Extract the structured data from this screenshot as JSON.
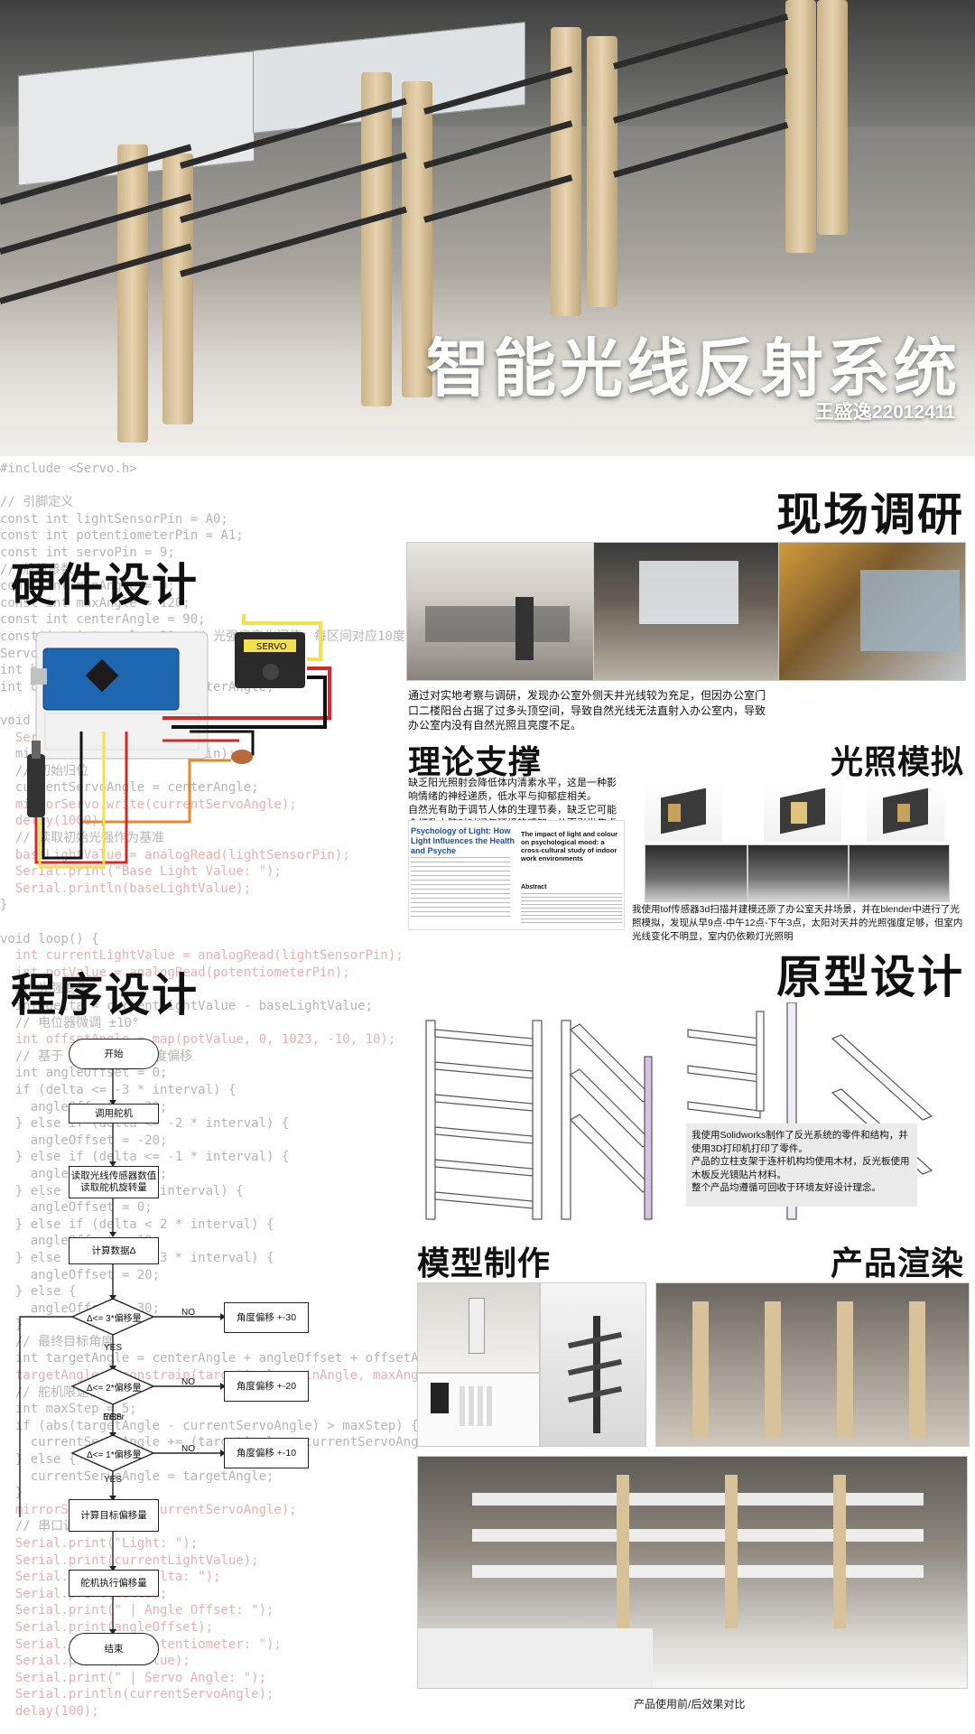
{
  "header": {
    "title": "智能光线反射系统",
    "author": "王盛逸22012411"
  },
  "code_lines": [
    "#include <Servo.h>",
    "",
    "// 引脚定义",
    "const int lightSensorPin = A0;",
    "const int potentiometerPin = A1;",
    "const int servoPin = 9;",
    "// 舵机参数",
    "const int minAngle = 0;",
    "const int maxAngle = 120;",
    "const int centerAngle = 90;",
    "const int interval = 30; // 光强度变化阈值：每区间对应10度",
    "Servo mirrorServo;",
    "int baseLightValue = 0;",
    "int currentServoAngle = centerAngle;",
    "",
    "void setup() {",
    "  Serial.begin(9600);",
    "  mirrorServo.attach(servoPin);",
    "  // 初始归位",
    "  currentServoAngle = centerAngle;",
    "  mirrorServo.write(currentServoAngle);",
    "  delay(1000);",
    "  // 读取初始光强作为基准",
    "  baseLightValue = analogRead(lightSensorPin);",
    "  Serial.print(\"Base Light Value: \");",
    "  Serial.println(baseLightValue);",
    "}",
    "",
    "void loop() {",
    "  int currentLightValue = analogRead(lightSensorPin);",
    "  int potValue = analogRead(potentiometerPin);",
    "  // 光强变化",
    "  int delta = currentLightValue - baseLightValue;",
    "  // 电位器微调 ±10°",
    "  int offsetAngle = map(potValue, 0, 1023, -10, 10);",
    "  // 基于 delta 计算角度偏移",
    "  int angleOffset = 0;",
    "  if (delta <= -3 * interval) {",
    "    angleOffset = -30;",
    "  } else if (delta <= -2 * interval) {",
    "    angleOffset = -20;",
    "  } else if (delta <= -1 * interval) {",
    "    angleOffset = -10;",
    "  } else if (delta < interval) {",
    "    angleOffset = 0;",
    "  } else if (delta < 2 * interval) {",
    "    angleOffset = 10;",
    "  } else if (delta < 3 * interval) {",
    "    angleOffset = 20;",
    "  } else {",
    "    angleOffset = 30;",
    "  }",
    "  // 最终目标角度",
    "  int targetAngle = centerAngle + angleOffset + offsetAngle;",
    "  targetAngle = constrain(targetAngle, minAngle, maxAngle);",
    "  // 舵机限速移动",
    "  int maxStep = 5;",
    "  if (abs(targetAngle - currentServoAngle) > maxStep) {",
    "    currentServoAngle += (targetAngle > currentServoAngle) ? maxStep : -maxStep;",
    "  } else {",
    "    currentServoAngle = targetAngle;",
    "  }",
    "  mirrorServo.write(currentServoAngle);",
    "  // 串口调试",
    "  Serial.print(\"Light: \");",
    "  Serial.print(currentLightValue);",
    "  Serial.print(\" | Delta: \");",
    "  Serial.print(delta);",
    "  Serial.print(\" | Angle Offset: \");",
    "  Serial.print(angleOffset);",
    "  Serial.print(\" | Potentiometer: \");",
    "  Serial.print(potValue);",
    "  Serial.print(\" | Servo Angle: \");",
    "  Serial.println(currentServoAngle);",
    "  delay(100);"
  ],
  "hardware": {
    "title": "硬件设计",
    "servo_label": "SERVO"
  },
  "program": {
    "title": "程序设计",
    "flow": {
      "start": "开始",
      "call_servo": "调用舵机",
      "read_sensor": "读取光线传感器数值\n读取舵机旋转量",
      "calc_delta": "计算数据Δ",
      "cond1": "Δ<= 3*偏移量",
      "cond2": "Δ<= 2*偏移量",
      "cond3": "Δ<= 1*偏移量",
      "out1": "角度偏移 +-30",
      "out2": "角度偏移 +-20",
      "out3": "角度偏移 +-10",
      "calc_target": "计算目标偏移量",
      "exec": "舵机执行偏移量",
      "end": "结束",
      "yes": "YES",
      "no": "NO",
      "enter": "Enter"
    }
  },
  "research": {
    "title": "现场调研",
    "text": "通过对实地考察与调研，发现办公室外侧天井光线较为充足，但因办公室门口二楼阳台占据了过多头顶空间，导致自然光线无法直射入办公室内，导致办公室内没有自然光照且亮度不足。"
  },
  "theory": {
    "title": "理论支撑",
    "text": "缺乏阳光照射会降低体内清素水平，这是一种影响情绪的神经递质，低水平与抑郁症相关。\n自然光有助于调节人体的生理节奏，缺乏它可能会打乱大脑对时间与环境的感知，从而引发焦虑或精神紧张。",
    "paper1_title": "Psychology of Light: How Light Influences the Health and Psyche",
    "paper2_title": "The impact of light and colour on psychological mood: a cross-cultural study of indoor work environments",
    "paper2_abstract": "Abstract"
  },
  "lighting": {
    "title": "光照模拟",
    "text": "我使用tof传感器3d扫描并建模还原了办公室天井场景，并在blender中进行了光照模拟，发现从早9点-中午12点-下午3点，太阳对天井的光照强度足够，但室内光线变化不明显，室内仍依赖灯光照明"
  },
  "prototype": {
    "title": "原型设计",
    "text": "我使用Solidworks制作了反光系统的零件和结构，并使用3D打印机打印了零件。\n产品的立柱支架于连杆机构均使用木材，反光板使用木板反光镜贴片材料。\n整个产品均遵循可回收于环境友好设计理念。"
  },
  "model": {
    "title": "模型制作"
  },
  "render": {
    "title": "产品渲染",
    "caption": "产品使用前/后效果对比"
  },
  "colors": {
    "wire_yellow": "#f4e04d",
    "wire_red": "#d62828",
    "wire_black": "#111111",
    "board_blue": "#1f66b0",
    "wood": "#d8c29a"
  }
}
